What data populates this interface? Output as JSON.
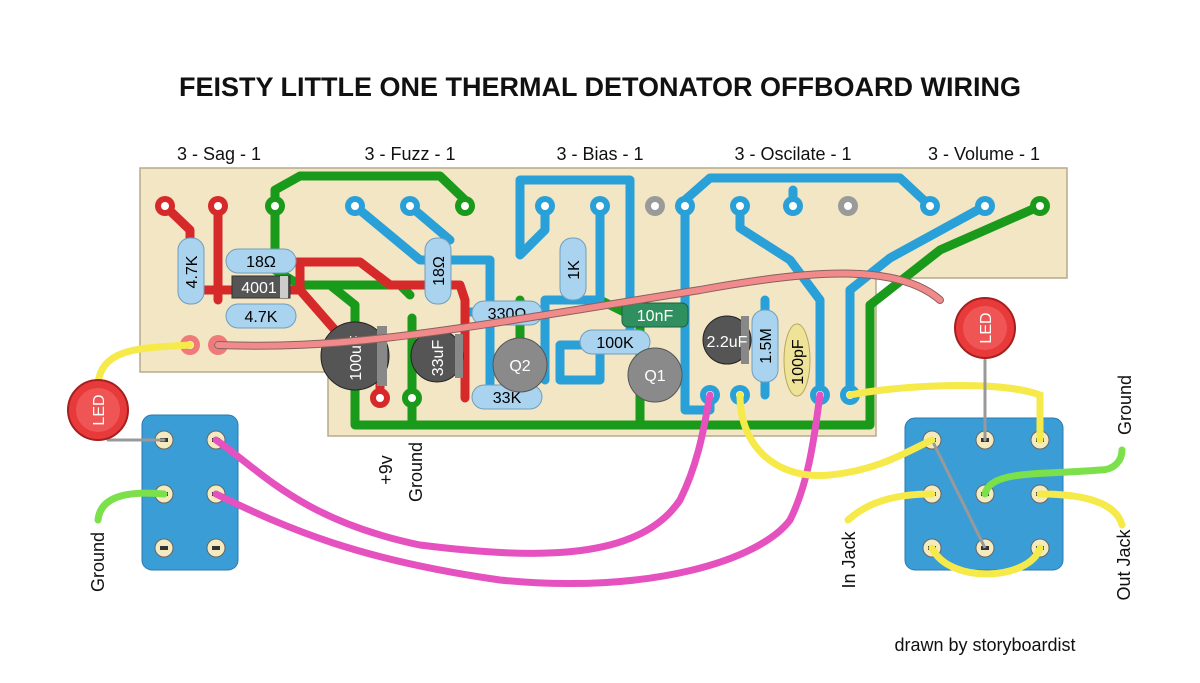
{
  "title": "FEISTY LITTLE ONE THERMAL DETONATOR OFFBOARD WIRING",
  "pots": [
    "3  -  Sag  -  1",
    "3  -  Fuzz  -  1",
    "3  -  Bias  -  1",
    "3 - Oscilate - 1",
    "3 - Volume - 1"
  ],
  "components": {
    "r_4k7_v": "4.7K",
    "r_18_h": "18Ω",
    "diode": "4001",
    "r_4k7_h": "4.7K",
    "r_18_v": "18Ω",
    "r_1k": "1K",
    "r_330": "330Ω",
    "cap_10nf": "10nF",
    "r_100k": "100K",
    "cap_2u2": "2.2uF",
    "r_1m5": "1.5M",
    "cap_100pf": "100pF",
    "cap_100uf": "100uF",
    "cap_33uf": "33uF",
    "q2": "Q2",
    "q1": "Q1",
    "r_33k": "33K",
    "led_left": "LED",
    "led_right": "LED"
  },
  "labels": {
    "plus9v": "+9v",
    "ground_board": "Ground",
    "ground_left": "Ground",
    "ground_right": "Ground",
    "in_jack": "In Jack",
    "out_jack": "Out Jack"
  },
  "credit": "drawn by storyboardist",
  "colors": {
    "board": "#f3e6c4",
    "red": "#d62a2a",
    "green": "#1a9a1a",
    "blue": "#2aa0d8",
    "pink_wire": "#f18a8a",
    "yellow_wire": "#f5ea4a",
    "magenta_wire": "#e651c0",
    "lime_wire": "#7be04a",
    "switch": "#3b9dd6",
    "resistor": "#a9d3ee"
  }
}
